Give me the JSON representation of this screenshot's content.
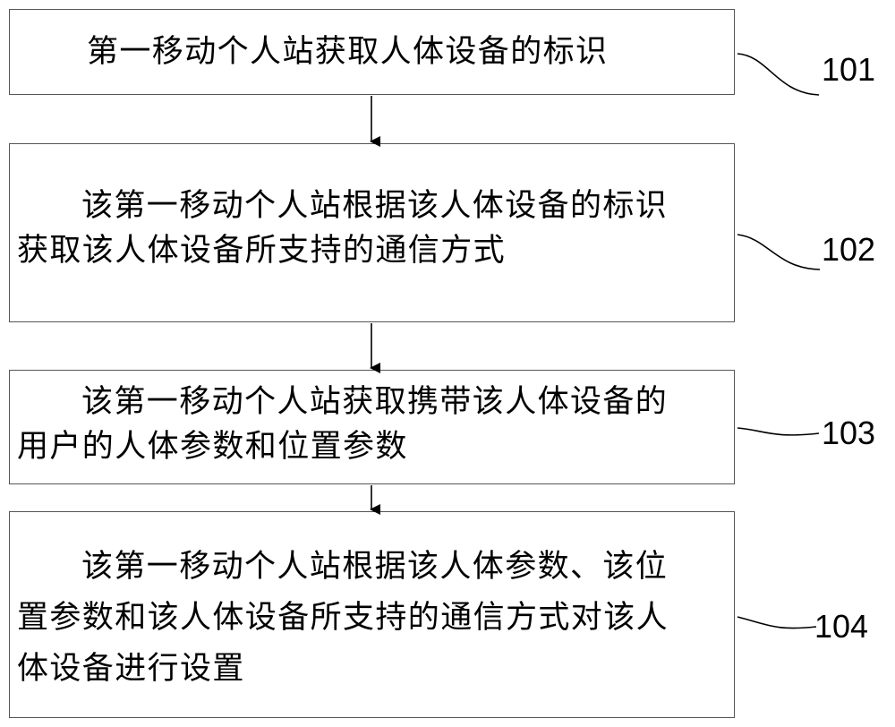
{
  "steps": [
    {
      "ref": "101",
      "lines": [
        "第一移动个人站获取人体设备的标识"
      ]
    },
    {
      "ref": "102",
      "lines": [
        "该第一移动个人站根据该人体设备的标识",
        "获取该人体设备所支持的通信方式"
      ]
    },
    {
      "ref": "103",
      "lines": [
        "该第一移动个人站获取携带该人体设备的",
        "用户的人体参数和位置参数"
      ]
    },
    {
      "ref": "104",
      "lines": [
        "该第一移动个人站根据该人体参数、该位",
        "置参数和该人体设备所支持的通信方式对该人",
        "体设备进行设置"
      ]
    }
  ]
}
